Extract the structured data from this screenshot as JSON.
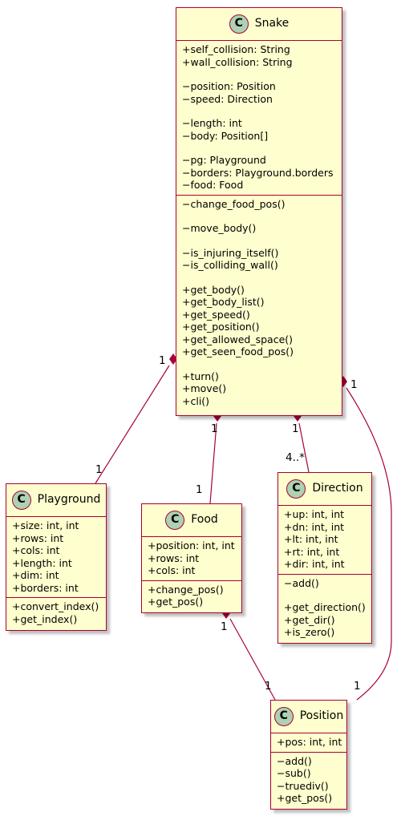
{
  "classes": {
    "snake": {
      "badge": "C",
      "name": "Snake",
      "fields": [
        [
          "+self_collision: String",
          "+wall_collision: String"
        ],
        [
          "−position: Position",
          "−speed: Direction"
        ],
        [
          "−length: int",
          "−body: Position[]"
        ],
        [
          "−pg: Playground",
          "−borders: Playground.borders",
          "−food: Food"
        ]
      ],
      "methods": [
        [
          "−change_food_pos()"
        ],
        [
          "−move_body()"
        ],
        [
          "−is_injuring_itself()",
          "−is_colliding_wall()"
        ],
        [
          "+get_body()",
          "+get_body_list()",
          "+get_speed()",
          "+get_position()",
          "+get_allowed_space()",
          "+get_seen_food_pos()"
        ],
        [
          "+turn()",
          "+move()",
          "+cli()"
        ]
      ]
    },
    "playground": {
      "badge": "C",
      "name": "Playground",
      "fields": [
        [
          "+size: int, int",
          "+rows: int",
          "+cols: int",
          "+length: int",
          "+dim: int",
          "+borders: int"
        ]
      ],
      "methods": [
        [
          "+convert_index()",
          "+get_index()"
        ]
      ]
    },
    "food": {
      "badge": "C",
      "name": "Food",
      "fields": [
        [
          "+position: int, int",
          "+rows: int",
          "+cols: int"
        ]
      ],
      "methods": [
        [
          "+change_pos()",
          "+get_pos()"
        ]
      ]
    },
    "direction": {
      "badge": "C",
      "name": "Direction",
      "fields": [
        [
          "+up: int, int",
          "+dn: int, int",
          "+lt: int, int",
          "+rt: int, int",
          "+dir: int, int"
        ]
      ],
      "methods": [
        [
          "−add()"
        ],
        [
          "+get_direction()",
          "+get_dir()",
          "+is_zero()"
        ]
      ]
    },
    "position": {
      "badge": "C",
      "name": "Position",
      "fields": [
        [
          "+pos: int, int"
        ]
      ],
      "methods": [
        [
          "−add()",
          "−sub()",
          "−truediv()",
          "+get_pos()"
        ]
      ]
    }
  },
  "relations": [
    {
      "from": "snake",
      "to": "playground",
      "type": "composition",
      "from_mult": "1",
      "to_mult": "1"
    },
    {
      "from": "snake",
      "to": "food",
      "type": "composition",
      "from_mult": "1",
      "to_mult": "1"
    },
    {
      "from": "snake",
      "to": "direction",
      "type": "composition",
      "from_mult": "1",
      "to_mult": "4..*"
    },
    {
      "from": "snake",
      "to": "position",
      "type": "composition",
      "from_mult": "1",
      "to_mult": "1"
    },
    {
      "from": "food",
      "to": "position",
      "type": "composition",
      "from_mult": "1",
      "to_mult": "1"
    }
  ],
  "colors": {
    "fill": "#FEFECE",
    "border": "#A80036",
    "badge": "#ADD1B2"
  }
}
